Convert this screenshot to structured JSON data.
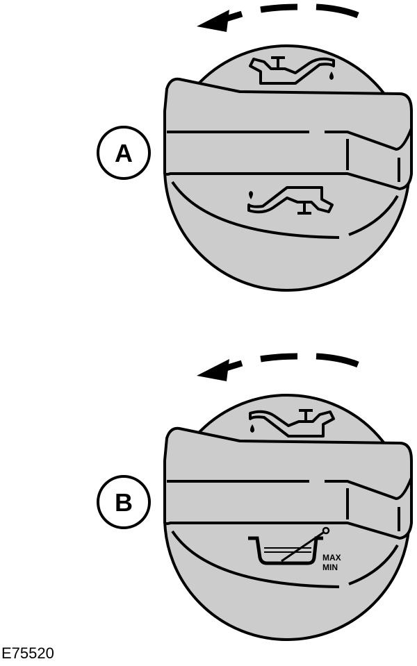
{
  "figure_code": "E75520",
  "panels": [
    {
      "label": "A",
      "top_icon": "oil-can-icon",
      "bottom_icon": "oil-can-tilted-icon"
    },
    {
      "label": "B",
      "top_icon": "oil-can-icon",
      "bottom_icon": "oil-level-dipstick-icon",
      "max_label": "MAX",
      "min_label": "MIN"
    }
  ],
  "colors": {
    "cap_fill": "#cccccc",
    "stroke": "#000000"
  }
}
